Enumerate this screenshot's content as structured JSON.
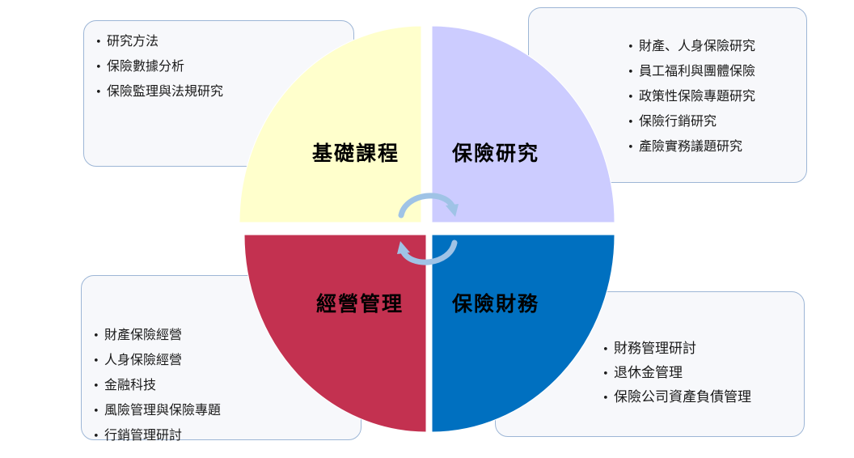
{
  "quadrants": {
    "top_left": {
      "title": "基礎課程",
      "color": "#ffffcc"
    },
    "top_right": {
      "title": "保險研究",
      "color": "#ccccff"
    },
    "bottom_left": {
      "title": "經營管理",
      "color": "#c33150"
    },
    "bottom_right": {
      "title": "保險財務",
      "color": "#0070c0"
    }
  },
  "boxes": {
    "top_left": {
      "items": [
        "研究方法",
        "保險數據分析",
        "保險監理與法規研究"
      ]
    },
    "top_right": {
      "items": [
        "財產、人身保險研究",
        "員工福利與團體保險",
        "政策性保險專題研究",
        "保險行銷研究",
        "產險實務議題研究"
      ]
    },
    "bottom_left": {
      "items": [
        "財產保險經營",
        "人身保險經營",
        "金融科技",
        "風險管理與保險專題",
        "行銷管理研討"
      ]
    },
    "bottom_right": {
      "items": [
        "財務管理研討",
        "退休金管理",
        "保險公司資產負債管理"
      ]
    }
  },
  "arrow_color": "#9fc3e6"
}
